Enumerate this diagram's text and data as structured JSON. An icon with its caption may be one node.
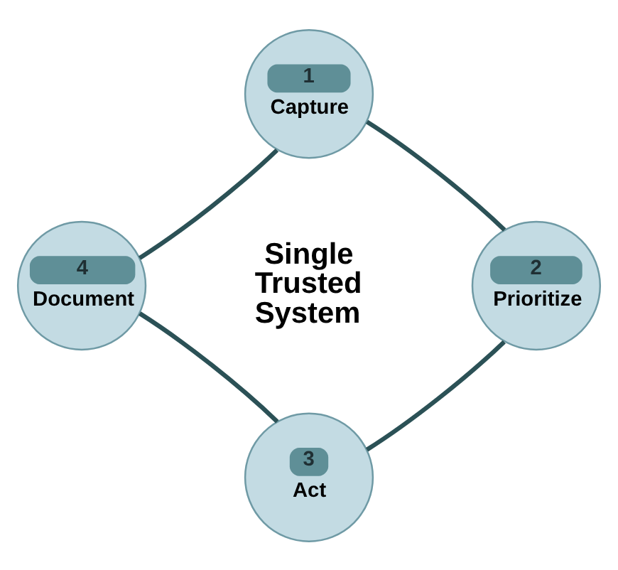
{
  "diagram": {
    "nodes": [
      {
        "text": [
          "1",
          "Capture"
        ]
      },
      {
        "text": [
          "2",
          "Prioritize"
        ]
      },
      {
        "text": [
          "3",
          "Act"
        ]
      },
      {
        "text": [
          "4",
          "Document"
        ]
      }
    ],
    "edges": [
      {
        "from": 0,
        "to": 1,
        "arrow": "none"
      },
      {
        "from": 1,
        "to": 2,
        "arrow": "none"
      },
      {
        "from": 2,
        "to": 3,
        "arrow": "none"
      },
      {
        "from": 3,
        "to": 0,
        "arrow": "none"
      }
    ],
    "labels": [
      "Single Trusted System"
    ]
  }
}
